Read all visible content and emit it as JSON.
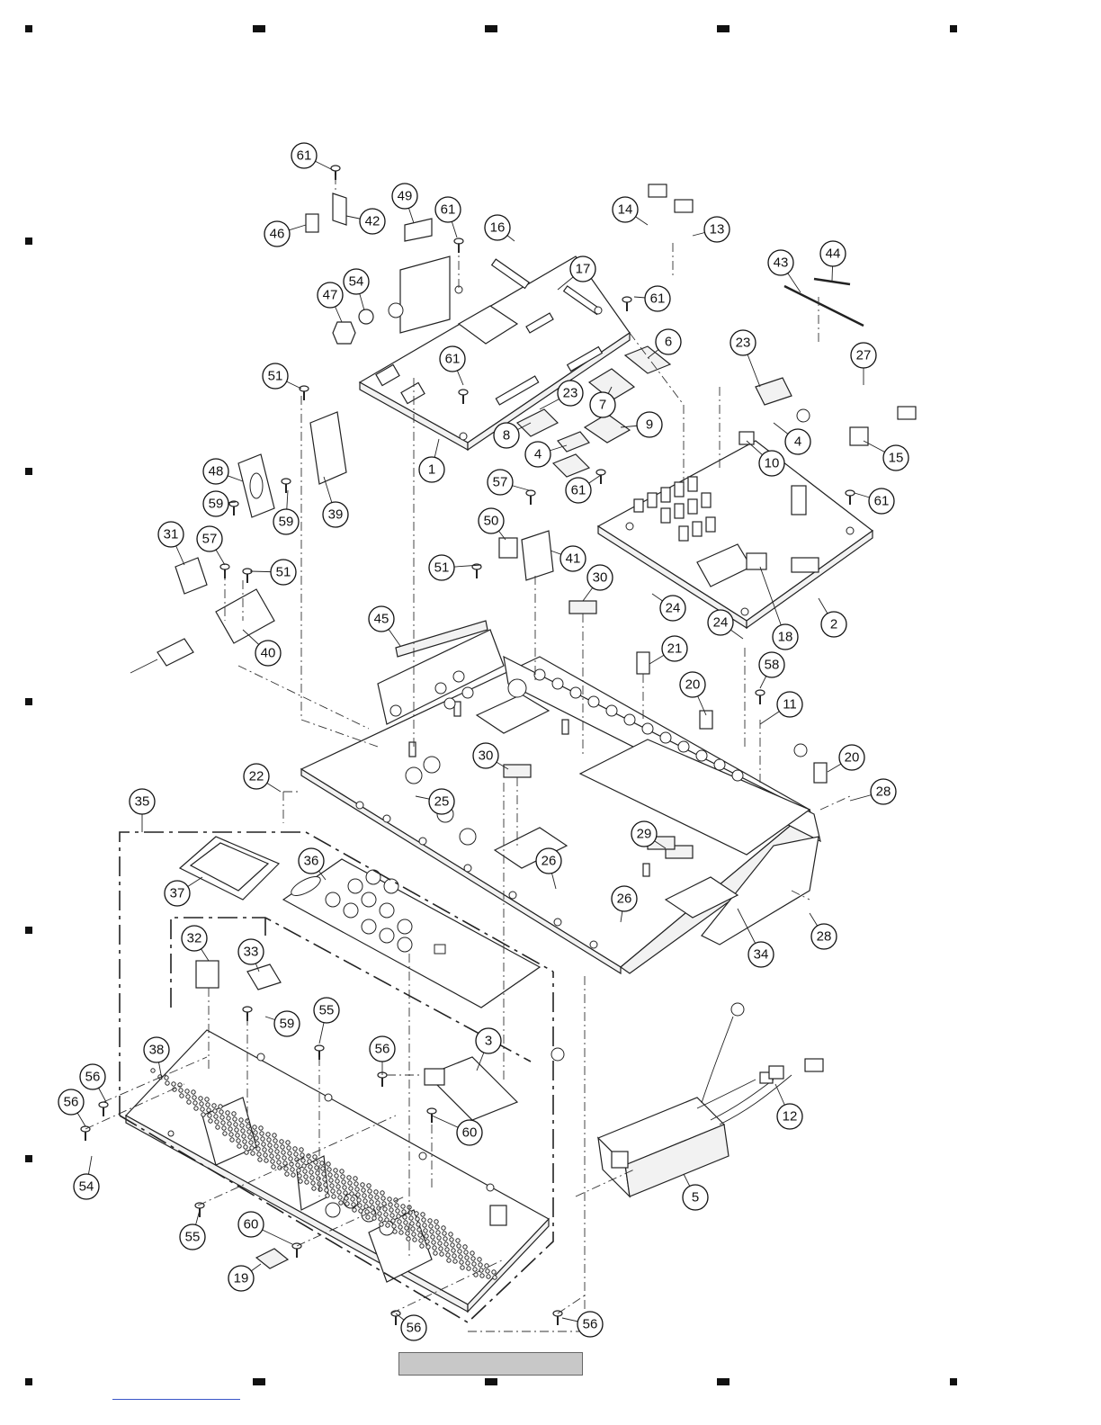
{
  "diagram": {
    "callouts": [
      {
        "label": "61"
      },
      {
        "label": "49"
      },
      {
        "label": "61"
      },
      {
        "label": "16"
      },
      {
        "label": "14"
      },
      {
        "label": "13"
      },
      {
        "label": "46"
      },
      {
        "label": "42"
      },
      {
        "label": "47"
      },
      {
        "label": "54"
      },
      {
        "label": "17"
      },
      {
        "label": "61"
      },
      {
        "label": "43"
      },
      {
        "label": "44"
      },
      {
        "label": "6"
      },
      {
        "label": "23"
      },
      {
        "label": "27"
      },
      {
        "label": "51"
      },
      {
        "label": "61"
      },
      {
        "label": "23"
      },
      {
        "label": "7"
      },
      {
        "label": "9"
      },
      {
        "label": "8"
      },
      {
        "label": "4"
      },
      {
        "label": "4"
      },
      {
        "label": "10"
      },
      {
        "label": "15"
      },
      {
        "label": "48"
      },
      {
        "label": "1"
      },
      {
        "label": "61"
      },
      {
        "label": "57"
      },
      {
        "label": "61"
      },
      {
        "label": "59"
      },
      {
        "label": "59"
      },
      {
        "label": "39"
      },
      {
        "label": "50"
      },
      {
        "label": "31"
      },
      {
        "label": "57"
      },
      {
        "label": "51"
      },
      {
        "label": "41"
      },
      {
        "label": "51"
      },
      {
        "label": "30"
      },
      {
        "label": "24"
      },
      {
        "label": "40"
      },
      {
        "label": "45"
      },
      {
        "label": "24"
      },
      {
        "label": "18"
      },
      {
        "label": "2"
      },
      {
        "label": "21"
      },
      {
        "label": "58"
      },
      {
        "label": "20"
      },
      {
        "label": "11"
      },
      {
        "label": "30"
      },
      {
        "label": "20"
      },
      {
        "label": "22"
      },
      {
        "label": "25"
      },
      {
        "label": "28"
      },
      {
        "label": "35"
      },
      {
        "label": "29"
      },
      {
        "label": "36"
      },
      {
        "label": "37"
      },
      {
        "label": "26"
      },
      {
        "label": "26"
      },
      {
        "label": "28"
      },
      {
        "label": "34"
      },
      {
        "label": "32"
      },
      {
        "label": "33"
      },
      {
        "label": "59"
      },
      {
        "label": "55"
      },
      {
        "label": "3"
      },
      {
        "label": "56"
      },
      {
        "label": "38"
      },
      {
        "label": "56"
      },
      {
        "label": "56"
      },
      {
        "label": "60"
      },
      {
        "label": "12"
      },
      {
        "label": "54"
      },
      {
        "label": "55"
      },
      {
        "label": "5"
      },
      {
        "label": "60"
      },
      {
        "label": "19"
      },
      {
        "label": "56"
      },
      {
        "label": "56"
      }
    ]
  }
}
